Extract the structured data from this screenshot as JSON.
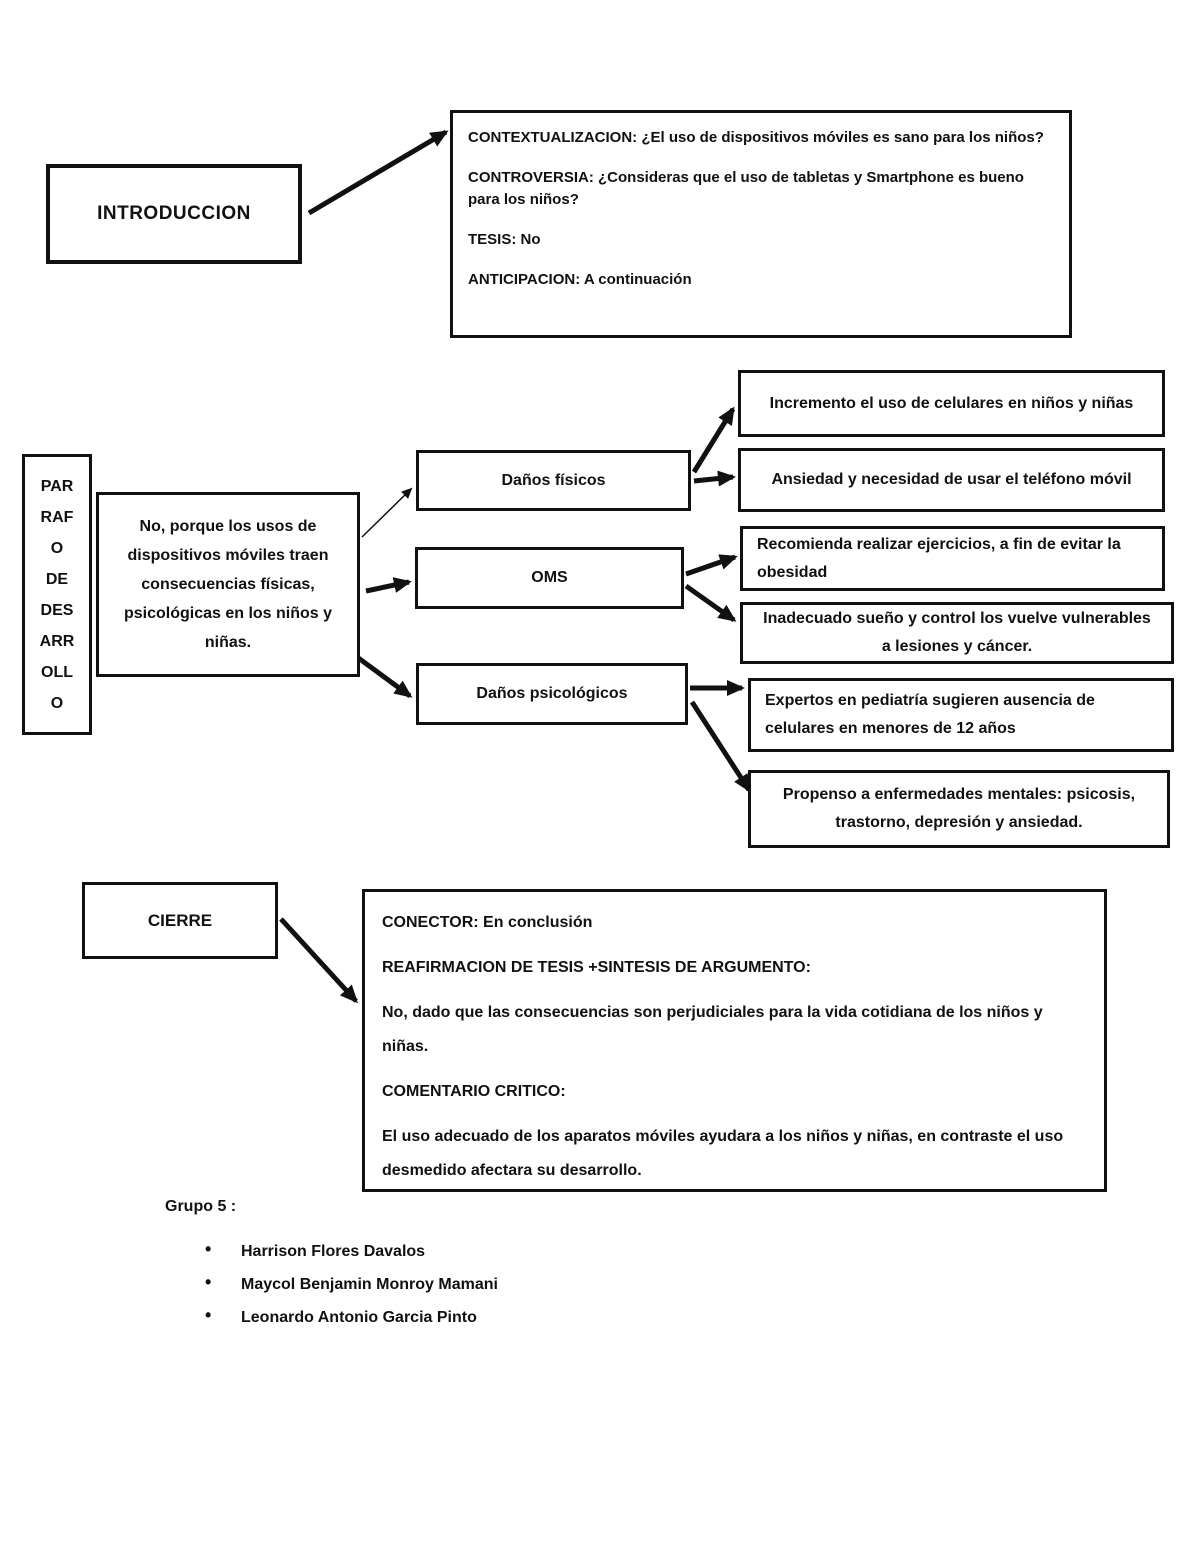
{
  "intro": {
    "label": "INTRODUCCION"
  },
  "intro_detail": {
    "items": [
      {
        "label": "CONTEXTUALIZACION:",
        "text": "¿El uso de dispositivos móviles es sano para los niños?"
      },
      {
        "label": "CONTROVERSIA:",
        "text": "¿Consideras que el uso de tabletas y Smartphone es bueno para los niños?"
      },
      {
        "label": "TESIS:",
        "text": "No"
      },
      {
        "label": "ANTICIPACION:",
        "text": "A continuación"
      }
    ]
  },
  "desarrollo": {
    "side_label_lines": [
      "PAR",
      "RAF",
      "O",
      "DE",
      "DES",
      "ARR",
      "OLL",
      "O"
    ],
    "main_text": "No, porque los usos de dispositivos móviles traen consecuencias físicas, psicológicas en los niños y niñas.",
    "categories": [
      {
        "label": "Daños físicos"
      },
      {
        "label": "OMS"
      },
      {
        "label": "Daños psicológicos"
      }
    ],
    "details": [
      {
        "text": "Incremento el uso de celulares en niños y niñas"
      },
      {
        "text": "Ansiedad y necesidad de usar el teléfono móvil"
      },
      {
        "text": "Recomienda realizar ejercicios, a fin de evitar la obesidad"
      },
      {
        "text": "Inadecuado sueño y control los vuelve vulnerables a lesiones y cáncer."
      },
      {
        "text": "Expertos en pediatría sugieren ausencia de celulares en menores de 12 años"
      },
      {
        "text": "Propenso a enfermedades mentales: psicosis, trastorno, depresión y ansiedad."
      }
    ]
  },
  "cierre": {
    "label": "CIERRE"
  },
  "cierre_detail": {
    "items": [
      {
        "label": "CONECTOR:",
        "text": "En conclusión"
      },
      {
        "label": "REAFIRMACION DE TESIS +SINTESIS DE ARGUMENTO:",
        "text": ""
      },
      {
        "label": "",
        "text": "No, dado que las consecuencias son perjudiciales para la vida cotidiana de los niños y niñas."
      },
      {
        "label": "COMENTARIO CRITICO:",
        "text": ""
      },
      {
        "label": "",
        "text": "El uso adecuado de los aparatos móviles ayudara a los niños y niñas, en contraste el uso desmedido afectara su desarrollo."
      }
    ]
  },
  "footer": {
    "group_label": "Grupo 5 :",
    "members": [
      {
        "name": "Harrison Flores Davalos"
      },
      {
        "name": "Maycol Benjamin Monroy Mamani"
      },
      {
        "name": "Leonardo Antonio Garcia Pinto"
      }
    ]
  },
  "colors": {
    "ink": "#111111",
    "background": "#ffffff"
  }
}
